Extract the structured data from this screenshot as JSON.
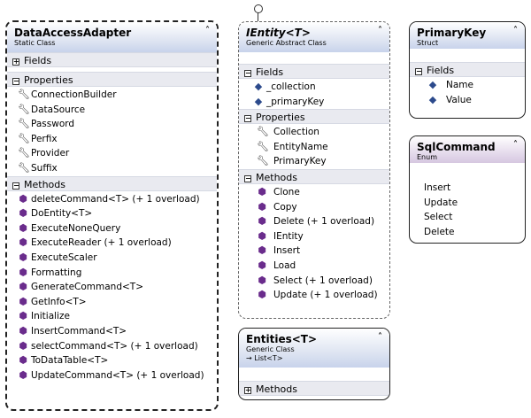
{
  "data_access_adapter": {
    "title": "DataAccessAdapter",
    "stereotype": "Static Class",
    "sections": {
      "fields": "Fields",
      "properties": "Properties",
      "methods": "Methods"
    },
    "properties": [
      "ConnectionBuilder",
      "DataSource",
      "Password",
      "Perfix",
      "Provider",
      "Suffix"
    ],
    "methods": [
      "deleteCommand<T> (+ 1 overload)",
      "DoEntity<T>",
      "ExecuteNoneQuery",
      "ExecuteReader (+ 1 overload)",
      "ExecuteScaler",
      "Formatting",
      "GenerateCommand<T>",
      "GetInfo<T>",
      "Initialize",
      "InsertCommand<T>",
      "selectCommand<T> (+ 1 overload)",
      "ToDataTable<T>",
      "UpdateCommand<T> (+ 1 overload)"
    ]
  },
  "ientity": {
    "title": "IEntity<T>",
    "stereotype": "Generic Abstract Class",
    "sections": {
      "fields": "Fields",
      "properties": "Properties",
      "methods": "Methods"
    },
    "fields": [
      "_collection",
      "_primaryKey"
    ],
    "properties": [
      "Collection",
      "EntityName",
      "PrimaryKey"
    ],
    "methods": [
      "Clone",
      "Copy",
      "Delete (+ 1 overload)",
      "IEntity",
      "Insert",
      "Load",
      "Select (+ 1 overload)",
      "Update (+ 1 overload)"
    ]
  },
  "entities": {
    "title": "Entities<T>",
    "stereotype": "Generic Class",
    "base": "→ List<T>",
    "sections": {
      "methods": "Methods"
    }
  },
  "primary_key": {
    "title": "PrimaryKey",
    "stereotype": "Struct",
    "sections": {
      "fields": "Fields"
    },
    "fields": [
      "Name",
      "Value"
    ]
  },
  "sql_command": {
    "title": "SqlCommand",
    "stereotype": "Enum",
    "values": [
      "Insert",
      "Update",
      "Select",
      "Delete"
    ]
  },
  "icons": {
    "collapse": "⌃",
    "expand_plus": "+",
    "expand_minus": "−",
    "property": "wrench-icon",
    "method": "method-cube-icon",
    "field": "field-icon"
  },
  "colors": {
    "class_header": "#c8d3eb",
    "enum_header": "#d6c7e0",
    "section_bg": "#e9eaf0"
  }
}
